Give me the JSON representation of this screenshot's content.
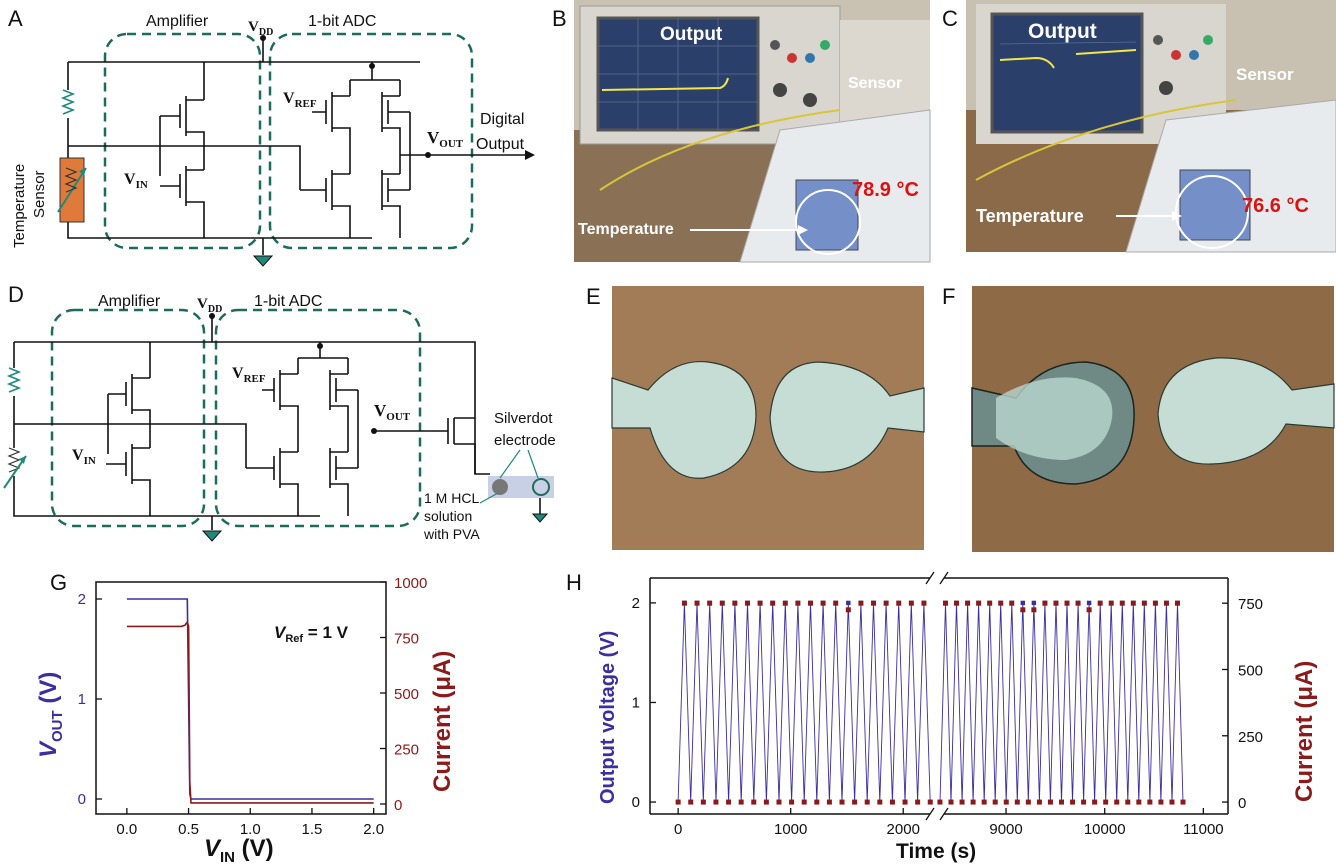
{
  "figure": {
    "panel_labels": [
      "A",
      "B",
      "C",
      "D",
      "E",
      "F",
      "G",
      "H"
    ]
  },
  "panelA": {
    "amplifier_label": "Amplifier",
    "adc_label": "1-bit ADC",
    "vdd": "V",
    "vdd_sub": "DD",
    "vref": "V",
    "vref_sub": "REF",
    "vin": "V",
    "vin_sub": "IN",
    "vout": "V",
    "vout_sub": "OUT",
    "digital_output_line1": "Digital",
    "digital_output_line2": "Output",
    "sensor_line1": "Temperature",
    "sensor_line2": "Sensor"
  },
  "panelB": {
    "output_label": "Output",
    "sensor_label": "Sensor",
    "temperature_label": "Temperature",
    "reading": "78.9 °C"
  },
  "panelC": {
    "output_label": "Output",
    "sensor_label": "Sensor",
    "temperature_label": "Temperature",
    "reading": "76.6 °C"
  },
  "panelD": {
    "amplifier_label": "Amplifier",
    "adc_label": "1-bit ADC",
    "vdd": "V",
    "vdd_sub": "DD",
    "vref": "V",
    "vref_sub": "REF",
    "vin": "V",
    "vin_sub": "IN",
    "vout": "V",
    "vout_sub": "OUT",
    "electrode_line1": "Silverdot",
    "electrode_line2": "electrode",
    "solution_line1": "1 M HCL",
    "solution_line2": "solution",
    "solution_line3": "with PVA"
  },
  "colors": {
    "dashed_box": "#1f6b5b",
    "vout_series": "#3b2ea0",
    "current_series": "#8b1a1a",
    "sensor_fill": "#e07a3a",
    "temp_readout": "#e01010",
    "ground": "#1f8a7a"
  },
  "chart_data": [
    {
      "id": "G",
      "type": "line",
      "xlabel": "V",
      "xlabel_sub": "IN",
      "xlabel_unit": " (V)",
      "ylabel": "V",
      "ylabel_sub": "OUT",
      "ylabel_unit": " (V)",
      "y2label": "Current (μA)",
      "annotation": "V",
      "annotation_sub": "Ref",
      "annotation_rest": " = 1 V",
      "xlim": [
        -0.25,
        2.1
      ],
      "ylim": [
        -0.15,
        2.17
      ],
      "y2lim": [
        -45,
        1000
      ],
      "xticks": [
        "0.0",
        "0.5",
        "1.0",
        "1.5",
        "2.0"
      ],
      "xtick_values": [
        0.0,
        0.5,
        1.0,
        1.5,
        2.0
      ],
      "yticks": [
        "0",
        "1",
        "2"
      ],
      "ytick_values": [
        0,
        1,
        2
      ],
      "y2ticks": [
        "0",
        "250",
        "500",
        "750",
        "1000"
      ],
      "y2tick_values": [
        0,
        250,
        500,
        750,
        1000
      ],
      "series": [
        {
          "axis": "y",
          "x": [
            0.0,
            0.49,
            0.5,
            0.51,
            0.52,
            2.0
          ],
          "y": [
            2.0,
            2.0,
            1.0,
            0.05,
            0.0,
            0.0
          ]
        },
        {
          "axis": "y2",
          "x": [
            0.0,
            0.44,
            0.47,
            0.49,
            0.5,
            0.51,
            0.52,
            2.0
          ],
          "y": [
            800,
            800,
            805,
            820,
            800,
            100,
            5,
            5
          ]
        }
      ]
    },
    {
      "id": "H",
      "type": "line",
      "xlabel": "Time (s)",
      "ylabel": "Output voltage (V)",
      "y2label": "Current (μA)",
      "xticks": [
        "0",
        "1000",
        "2000",
        "9000",
        "10000",
        "11000"
      ],
      "yticks": [
        "0",
        "1",
        "2"
      ],
      "ytick_values": [
        0,
        1,
        2
      ],
      "y2ticks": [
        "0",
        "250",
        "500",
        "750"
      ],
      "y2tick_values": [
        0,
        250,
        500,
        750
      ],
      "ylim": [
        -0.12,
        2.25
      ],
      "y2lim": [
        -45,
        845
      ],
      "segments": [
        {
          "xlim": [
            -250,
            2300
          ],
          "xtick_values": [
            0,
            1000,
            2000
          ],
          "pulse_start": 0,
          "pulse_end": 2275,
          "period": 112,
          "dip_indices": [
            13
          ]
        },
        {
          "xlim": [
            8300,
            11250
          ],
          "xtick_values": [
            9000,
            10000,
            11000
          ],
          "pulse_start": 8330,
          "pulse_end": 10800,
          "period": 112,
          "dip_indices": [
            7,
            8,
            13
          ]
        }
      ],
      "voltage_high": 2.0,
      "current_high": 750,
      "current_dip": 725
    }
  ]
}
